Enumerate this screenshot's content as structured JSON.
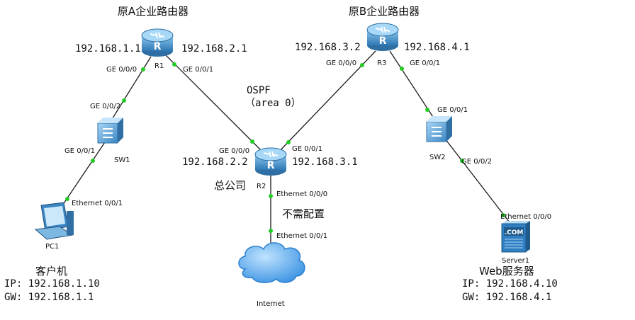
{
  "titles": {
    "routerA": "原A企业路由器",
    "routerB": "原B企业路由器",
    "hq": "总公司",
    "no_config": "不需配置",
    "ospf": "OSPF",
    "area": "（area 0）"
  },
  "devices": {
    "r1": "R1",
    "r2": "R2",
    "r3": "R3",
    "sw1": "SW1",
    "sw2": "SW2",
    "pc1": "PC1",
    "server1": "Server1",
    "internet": "Internet",
    "com_badge": ".COM"
  },
  "ips": {
    "r1_left": "192.168.1.1",
    "r1_right": "192.168.2.1",
    "r3_left": "192.168.3.2",
    "r3_right": "192.168.4.1",
    "r2_left": "192.168.2.2",
    "r2_right": "192.168.3.1"
  },
  "ports": {
    "r1_ge000": "GE 0/0/0",
    "r1_ge001": "GE 0/0/1",
    "sw1_ge002": "GE 0/0/2",
    "sw1_ge001": "GE 0/0/1",
    "pc1_eth": "Ethernet 0/0/1",
    "r2_ge000": "GE 0/0/0",
    "r2_ge001": "GE 0/0/1",
    "r2_eth000": "Ethernet 0/0/0",
    "internet_eth001": "Ethernet 0/0/1",
    "r3_ge000": "GE 0/0/0",
    "r3_ge001": "GE 0/0/1",
    "sw2_ge001": "GE 0/0/1",
    "sw2_ge002": "GE 0/0/2",
    "server_eth": "Ethernet 0/0/0"
  },
  "client": {
    "title": "客户机",
    "ip": "IP: 192.168.1.10",
    "gw": "GW: 192.168.1.1"
  },
  "server": {
    "title": "Web服务器",
    "ip": "IP: 192.168.4.10",
    "gw": "GW: 192.168.4.1"
  },
  "colors": {
    "link": "#1a1a1a",
    "port_dot": "#22cc22",
    "device_blue": "#5aa2d6",
    "device_dark": "#2f6fa3",
    "cloud": "#3d9be9"
  }
}
